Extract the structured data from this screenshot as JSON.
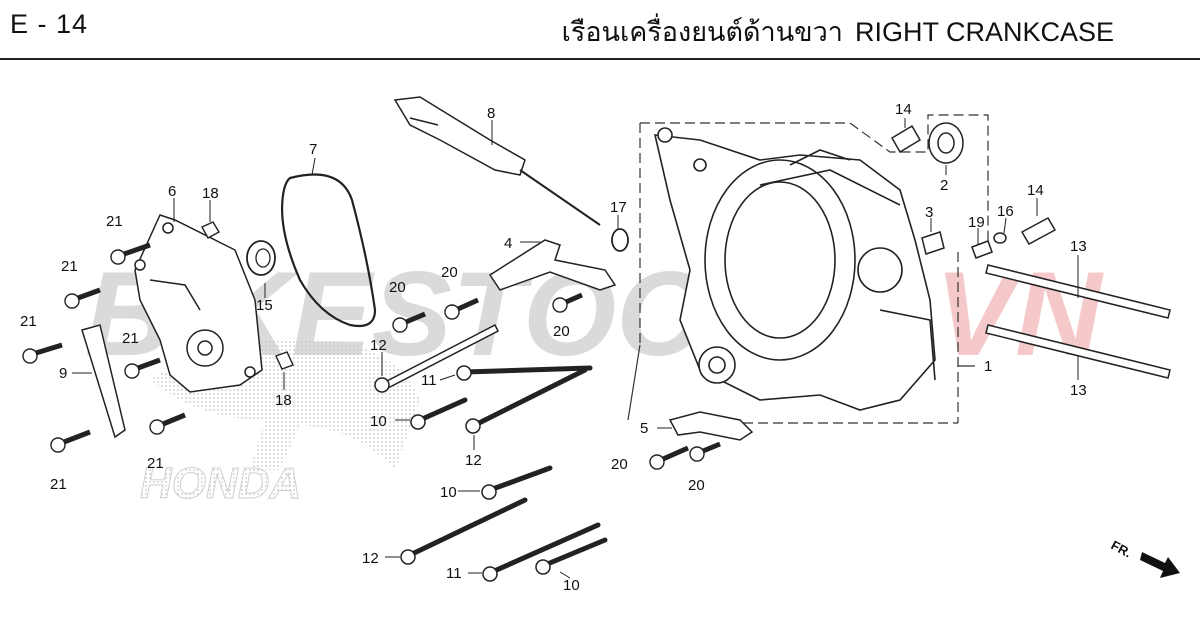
{
  "header": {
    "page_code": "E - 14",
    "title_th": "เรือนเครื่องยนต์ด้านขวา",
    "title_en": "RIGHT CRANKCASE"
  },
  "watermark": {
    "text_left": "BIKESTOCK",
    "text_right": "VN",
    "brand": "HONDA",
    "color_gray": "#cfcfcf",
    "color_red": "#f2b8b8"
  },
  "direction_label": "FR.",
  "callouts": [
    {
      "id": "c1",
      "text": "1"
    },
    {
      "id": "c2",
      "text": "2"
    },
    {
      "id": "c3",
      "text": "3"
    },
    {
      "id": "c4",
      "text": "4"
    },
    {
      "id": "c5",
      "text": "5"
    },
    {
      "id": "c6",
      "text": "6"
    },
    {
      "id": "c7",
      "text": "7"
    },
    {
      "id": "c8",
      "text": "8"
    },
    {
      "id": "c9",
      "text": "9"
    },
    {
      "id": "c10a",
      "text": "10"
    },
    {
      "id": "c10b",
      "text": "10"
    },
    {
      "id": "c10c",
      "text": "10"
    },
    {
      "id": "c11a",
      "text": "11"
    },
    {
      "id": "c11b",
      "text": "11"
    },
    {
      "id": "c12a",
      "text": "12"
    },
    {
      "id": "c12b",
      "text": "12"
    },
    {
      "id": "c12c",
      "text": "12"
    },
    {
      "id": "c13a",
      "text": "13"
    },
    {
      "id": "c13b",
      "text": "13"
    },
    {
      "id": "c14a",
      "text": "14"
    },
    {
      "id": "c14b",
      "text": "14"
    },
    {
      "id": "c15",
      "text": "15"
    },
    {
      "id": "c16",
      "text": "16"
    },
    {
      "id": "c17",
      "text": "17"
    },
    {
      "id": "c18a",
      "text": "18"
    },
    {
      "id": "c18b",
      "text": "18"
    },
    {
      "id": "c19",
      "text": "19"
    },
    {
      "id": "c20a",
      "text": "20"
    },
    {
      "id": "c20b",
      "text": "20"
    },
    {
      "id": "c20c",
      "text": "20"
    },
    {
      "id": "c20d",
      "text": "20"
    },
    {
      "id": "c20e",
      "text": "20"
    },
    {
      "id": "c21a",
      "text": "21"
    },
    {
      "id": "c21b",
      "text": "21"
    },
    {
      "id": "c21c",
      "text": "21"
    },
    {
      "id": "c21d",
      "text": "21"
    },
    {
      "id": "c21e",
      "text": "21"
    },
    {
      "id": "c21f",
      "text": "21"
    }
  ]
}
